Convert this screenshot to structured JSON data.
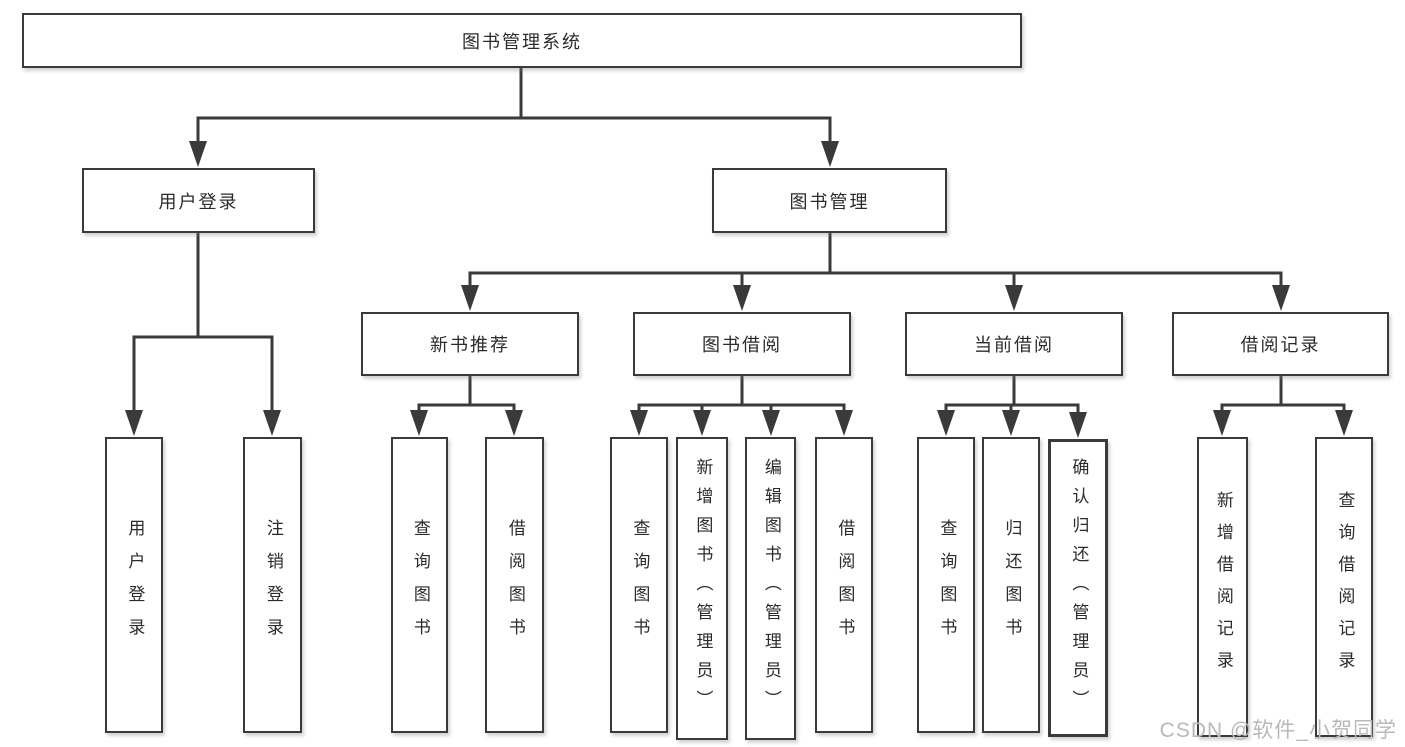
{
  "tree": {
    "label": "图书管理系统",
    "children": [
      {
        "label": "用户登录",
        "children": [
          {
            "label": "用户登录"
          },
          {
            "label": "注销登录"
          }
        ]
      },
      {
        "label": "图书管理",
        "children": [
          {
            "label": "新书推荐",
            "children": [
              {
                "label": "查询图书"
              },
              {
                "label": "借阅图书"
              }
            ]
          },
          {
            "label": "图书借阅",
            "children": [
              {
                "label": "查询图书"
              },
              {
                "label": "新增图书（管理员）"
              },
              {
                "label": "编辑图书（管理员）"
              },
              {
                "label": "借阅图书"
              }
            ]
          },
          {
            "label": "当前借阅",
            "children": [
              {
                "label": "查询图书"
              },
              {
                "label": "归还图书"
              },
              {
                "label": "确认归还（管理员）"
              }
            ]
          },
          {
            "label": "借阅记录",
            "children": [
              {
                "label": "新增借阅记录"
              },
              {
                "label": "查询借阅记录"
              }
            ]
          }
        ]
      }
    ]
  },
  "watermark": {
    "text": "CSDN @软件_小贺同学"
  },
  "colors": {
    "line": "#3a3a3a",
    "box_background": "#ffffff",
    "text": "#2b2b2b",
    "watermark": "#b9b9b9"
  }
}
